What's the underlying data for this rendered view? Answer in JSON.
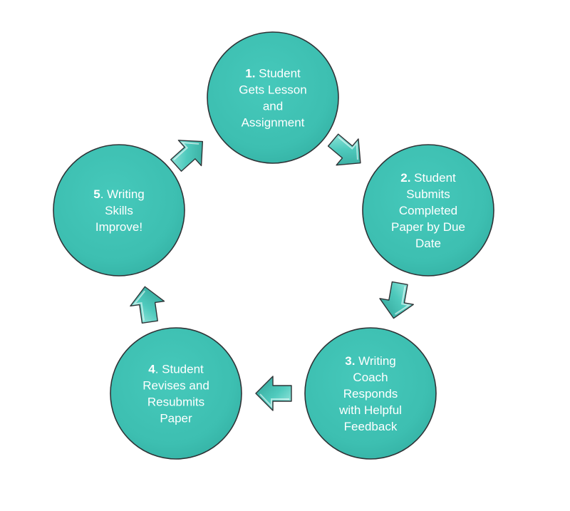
{
  "diagram": {
    "type": "cycle",
    "colors": {
      "fill": "#3fc2b4",
      "fill_light": "#8fe3d8",
      "fill_dark": "#2b9d90",
      "stroke": "#2f3336",
      "text": "#ffffff"
    },
    "steps": [
      {
        "number": "1.",
        "lines": [
          "Student",
          "Gets Lesson",
          "and",
          "Assignment"
        ]
      },
      {
        "number": "2.",
        "lines": [
          "Student",
          "Submits",
          "Completed",
          "Paper by Due",
          "Date"
        ]
      },
      {
        "number": "3.",
        "lines": [
          "Writing",
          "Coach",
          "Responds",
          "with Helpful",
          "Feedback"
        ]
      },
      {
        "number": "4",
        "lines": [
          ". Student",
          "Revises and",
          "Resubmits",
          "Paper"
        ]
      },
      {
        "number": "5",
        "lines": [
          ". Writing",
          "Skills",
          "Improve!"
        ]
      }
    ],
    "connectors": [
      {
        "from": 1,
        "to": 2,
        "icon": "arrow-right-down-icon"
      },
      {
        "from": 2,
        "to": 3,
        "icon": "arrow-down-icon"
      },
      {
        "from": 3,
        "to": 4,
        "icon": "arrow-left-icon"
      },
      {
        "from": 4,
        "to": 5,
        "icon": "arrow-up-icon"
      },
      {
        "from": 5,
        "to": 1,
        "icon": "arrow-up-right-icon"
      }
    ]
  }
}
